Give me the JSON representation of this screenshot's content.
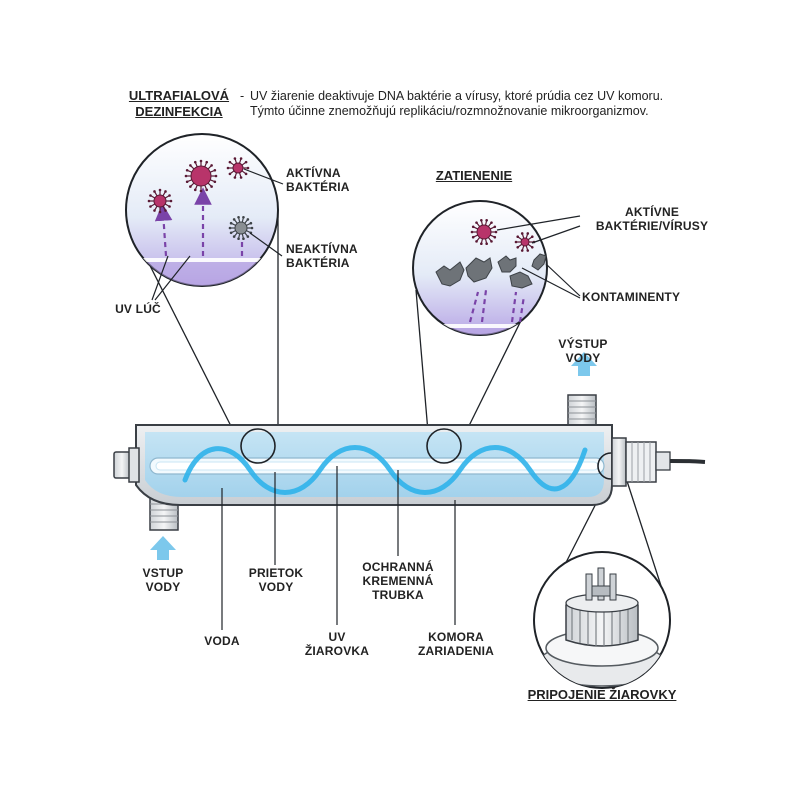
{
  "header": {
    "title": "ULTRAFIALOVÁ\nDEZINFEKCIA",
    "dash": "-",
    "line1": "UV žiarenie deaktivuje DNA baktérie a vírusy, ktoré prúdia cez UV komoru.",
    "line2": "Týmto účinne znemožňujú replikáciu/rozmnožnovanie mikroorganizmov."
  },
  "left_zoom": {
    "active_label": "AKTÍVNA\nBAKTÉRIA",
    "inactive_label": "NEAKTÍVNA\nBAKTÉRIA",
    "ray_label": "UV LÚČ"
  },
  "right_zoom": {
    "title": "ZATIENENIE",
    "active_label": "AKTÍVNE\nBAKTÉRIE/VÍRUSY",
    "contaminants_label": "KONTAMINENTY"
  },
  "unit": {
    "outlet_label": "VÝSTUP\nVODY",
    "inlet_label": "VSTUP\nVODY",
    "flow_label": "PRIETOK\nVODY",
    "sleeve_label": "OCHRANNÁ\nKREMENNÁ\nTRUBKA",
    "water_label": "VODA",
    "lamp_label": "UV\nŽIAROVKA",
    "chamber_label": "KOMORA\nZARIADENIA"
  },
  "connector": {
    "title": "PRIPOJENIE ŽIAROVKY"
  },
  "colors": {
    "water_blue": "#a9d6ee",
    "flow_blue": "#2fb3ea",
    "arrow_blue": "#7cc8ec",
    "purple_ray": "#7a43a8",
    "bacteria": "#b8346a",
    "contaminant": "#6e7378",
    "body_gray": "#d9dde1",
    "outline": "#3a3f45"
  }
}
